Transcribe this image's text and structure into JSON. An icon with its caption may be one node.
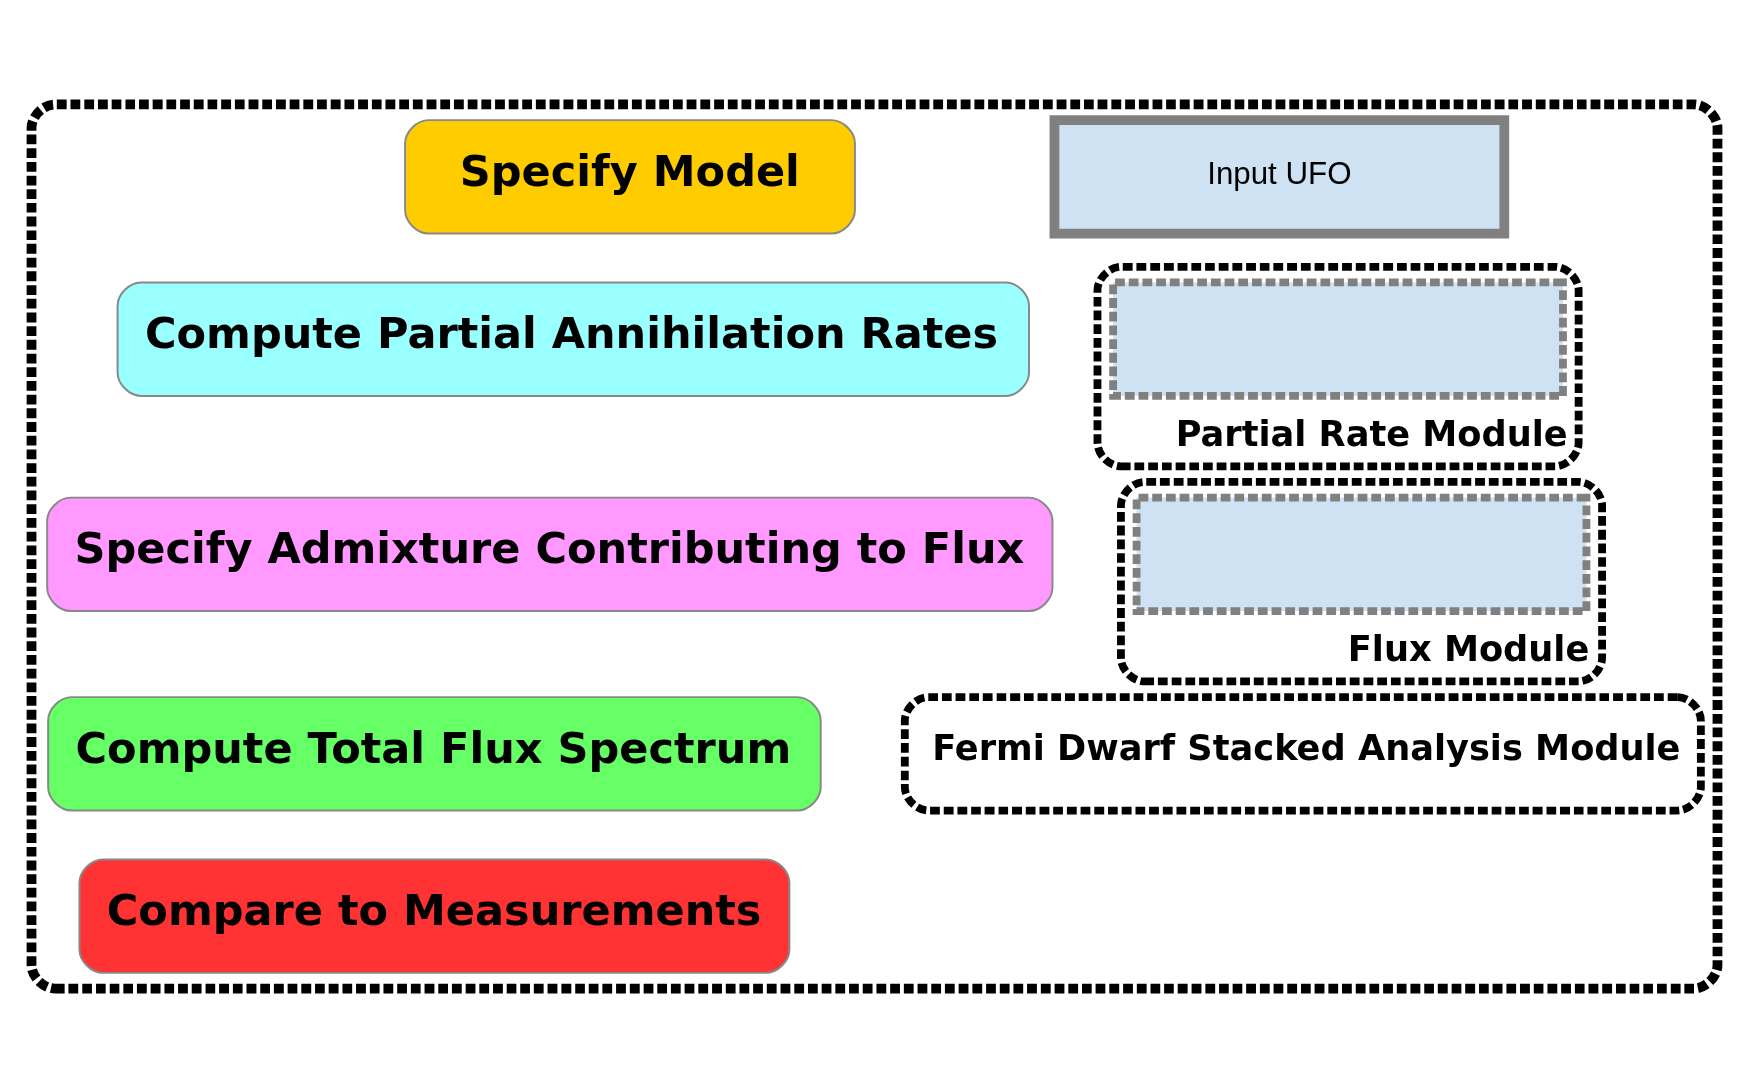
{
  "diagram": {
    "nodes": [
      {
        "text": [],
        "shape": "box"
      },
      {
        "text": [
          "Specify Model"
        ],
        "in": 0
      },
      {
        "text": [
          "Compute Partial Annihilation Rates"
        ],
        "in": 0
      },
      {
        "text": [
          "Specify Admixture Contributing to Flux"
        ],
        "in": 0
      },
      {
        "text": [
          "Compute Total Flux Spectrum"
        ],
        "in": 0
      },
      {
        "text": [
          "Compare to Measurements"
        ],
        "in": 0
      },
      {
        "text": [
          "Input UFO"
        ],
        "in": 0
      },
      {
        "text": [
          "Partial Rate Module"
        ],
        "in": 0
      },
      {
        "text": [],
        "shape": "box",
        "in": 7
      },
      {
        "text": [
          "Flux Module"
        ],
        "in": 0
      },
      {
        "text": [],
        "shape": "box",
        "in": 9
      },
      {
        "text": [
          "Fermi Dwarf Stacked Analysis Module"
        ],
        "in": 0
      }
    ],
    "edges": []
  }
}
